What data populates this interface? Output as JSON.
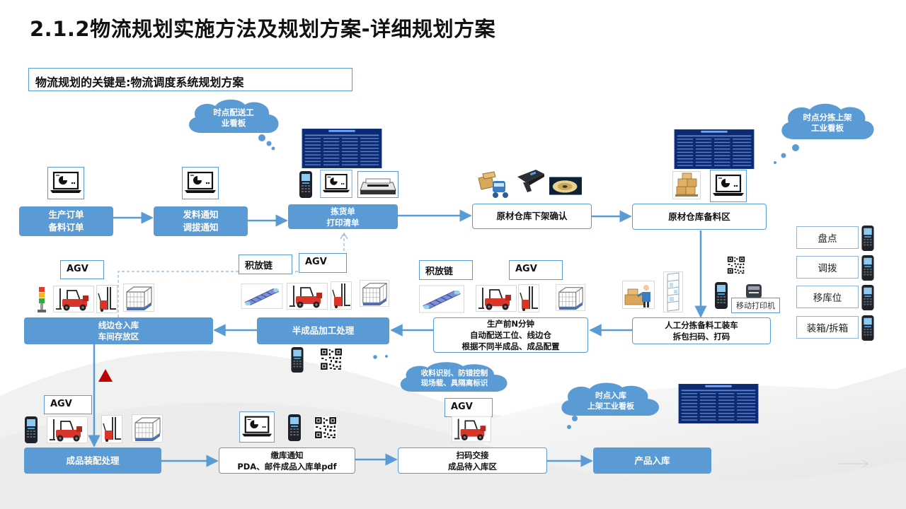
{
  "title": "2.1.2物流规划实施方法及规划方案-详细规划方案",
  "key_point": "物流规划的关键是:物流调度系统规划方案",
  "clouds": {
    "c1": "时点配送工\n业看板",
    "c2": "时点分拣上架\n工业看板",
    "c3": "收料识别、防错控制\n现场载、具隔离标识",
    "c4": "时点入库\n上架工业看板"
  },
  "process": {
    "p1": "生产订单\n备料订单",
    "p2": "发料通知\n调拔通知",
    "p3": "拣货单\n打印清单",
    "p4": "原材仓库下架确认",
    "p5": "原材仓库备料区",
    "p6": "人工分拣备料工装车\n拆包扫码、打码",
    "p7": "生产前N分钟\n自动配送工位、线边仓\n根据不同半成品、成品配置",
    "p8": "半成品加工处理",
    "p9": "线边仓入库\n车间存放区",
    "p10": "成品装配处理",
    "p11": "缴库通知\nPDA、邮件成品入库单pdf",
    "p12": "扫码交接\n成品待入库区",
    "p13": "产品入库"
  },
  "labels": {
    "agv": "AGV",
    "chain": "积放链",
    "mobile_printer": "移动打印机"
  },
  "side_panel": [
    "盘点",
    "调拨",
    "移库位",
    "装箱/拆箱"
  ],
  "colors": {
    "accent": "#5b9bd5",
    "dashboard": "#0d2a6b",
    "warning": "#c00000",
    "forklift": "#d9352a"
  },
  "icons": [
    "laptop-icon",
    "pda-icon",
    "printer-icon",
    "qr-code-icon",
    "forklift-icon",
    "stacker-icon",
    "cage-icon",
    "conveyor-icon",
    "dashboard-screen",
    "signal-tower-icon",
    "warning-triangle-icon",
    "boxes-icon",
    "worker-icon",
    "shelf-icon",
    "scanner-icon",
    "hand-truck-icon",
    "chain-icon"
  ]
}
